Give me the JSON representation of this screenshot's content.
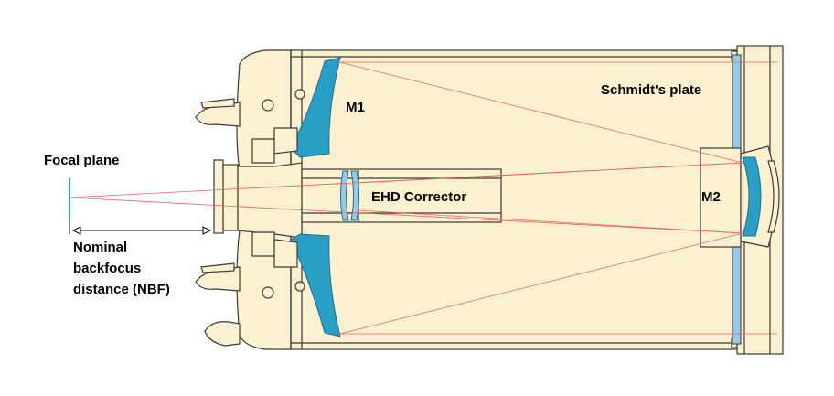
{
  "labels": {
    "focal_plane": "Focal plane",
    "m1": "M1",
    "schmidt_plate": "Schmidt's plate",
    "ehd_corrector": "EHD Corrector",
    "m2": "M2",
    "nbf_line1": "Nominal",
    "nbf_line2": "backfocus",
    "nbf_line3": "distance (NBF)"
  },
  "colors": {
    "tube_fill": "#fbf0d0",
    "outline": "#3a3a3a",
    "mirror_blue": "#2a9fc6",
    "plate_blue": "#9cc8e8",
    "ray_red": "#e8605a"
  }
}
